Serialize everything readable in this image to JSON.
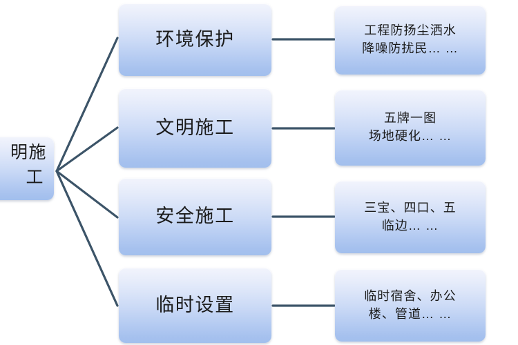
{
  "diagram": {
    "type": "mind-map",
    "root": {
      "label_visible": "明施",
      "label_line_2_visible": "工",
      "note": "root node is cropped by the left edge of the screenshot"
    },
    "line_color": "#3c5468",
    "box_gradient_top": "#f2f4fc",
    "box_gradient_bottom": "#a2bfed",
    "text_color": "#1b1b1b",
    "background": "#ffffff",
    "branches": [
      {
        "category": "环境保护",
        "detail_line_1": "工程防扬尘洒水",
        "detail_line_2": "降噪防扰民… …"
      },
      {
        "category": "文明施工",
        "detail_line_1": "五牌一图",
        "detail_line_2": "场地硬化… …"
      },
      {
        "category": "安全施工",
        "detail_line_1": "三宝、四口、五",
        "detail_line_2": "临边… …"
      },
      {
        "category": "临时设置",
        "detail_line_1": "临时宿舍、办公",
        "detail_line_2": "楼、管道… …"
      }
    ]
  }
}
